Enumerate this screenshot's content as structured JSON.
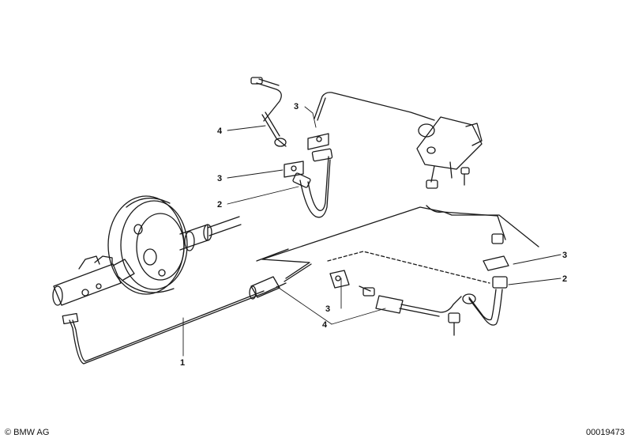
{
  "callouts": {
    "c1": "1",
    "c2_top": "2",
    "c2_right": "2",
    "c3_top": "3",
    "c3_mid": "3",
    "c3_right": "3",
    "c3_bottom": "3",
    "c4_top": "4",
    "c4_bottom": "4"
  },
  "footer": {
    "copyright": "© BMW AG",
    "image_number": "00019473"
  },
  "colors": {
    "line": "#1a1a1a",
    "background": "#ffffff"
  }
}
